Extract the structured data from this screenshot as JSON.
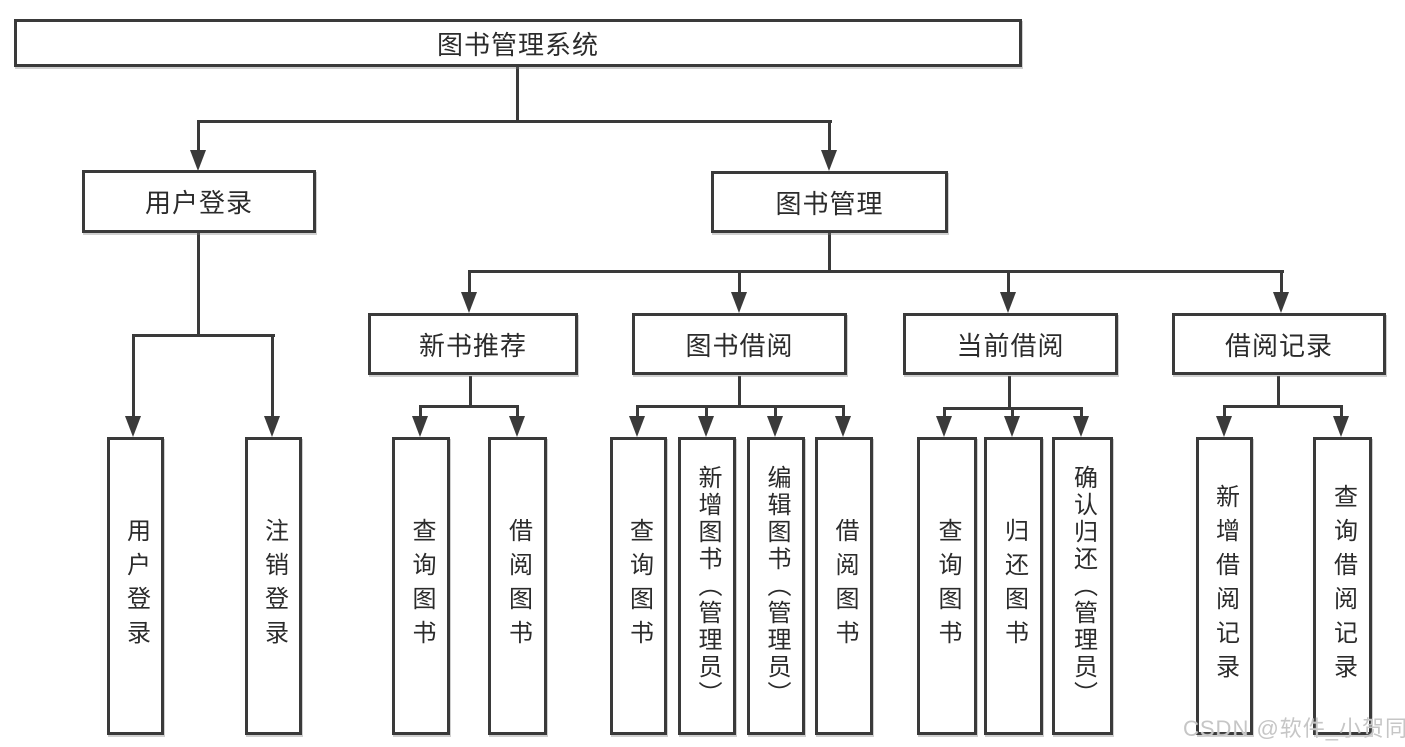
{
  "diagram": {
    "type": "hierarchy",
    "root": {
      "label": "图书管理系统"
    },
    "branches": [
      {
        "label": "用户登录",
        "children": [
          {
            "label": "用户登录"
          },
          {
            "label": "注销登录"
          }
        ]
      },
      {
        "label": "图书管理",
        "children": [
          {
            "label": "新书推荐",
            "children": [
              {
                "label": "查询图书"
              },
              {
                "label": "借阅图书"
              }
            ]
          },
          {
            "label": "图书借阅",
            "children": [
              {
                "label": "查询图书"
              },
              {
                "label": "新增图书（管理员）"
              },
              {
                "label": "编辑图书（管理员）"
              },
              {
                "label": "借阅图书"
              }
            ]
          },
          {
            "label": "当前借阅",
            "children": [
              {
                "label": "查询图书"
              },
              {
                "label": "归还图书"
              },
              {
                "label": "确认归还（管理员）"
              }
            ]
          },
          {
            "label": "借阅记录",
            "children": [
              {
                "label": "新增借阅记录"
              },
              {
                "label": "查询借阅记录"
              }
            ]
          }
        ]
      }
    ],
    "watermark": "CSDN @软件_小贺同学",
    "colors": {
      "line": "#3a3a3a",
      "text": "#2b2b2b",
      "watermark": "#c6c6c6",
      "background": "#ffffff"
    }
  }
}
